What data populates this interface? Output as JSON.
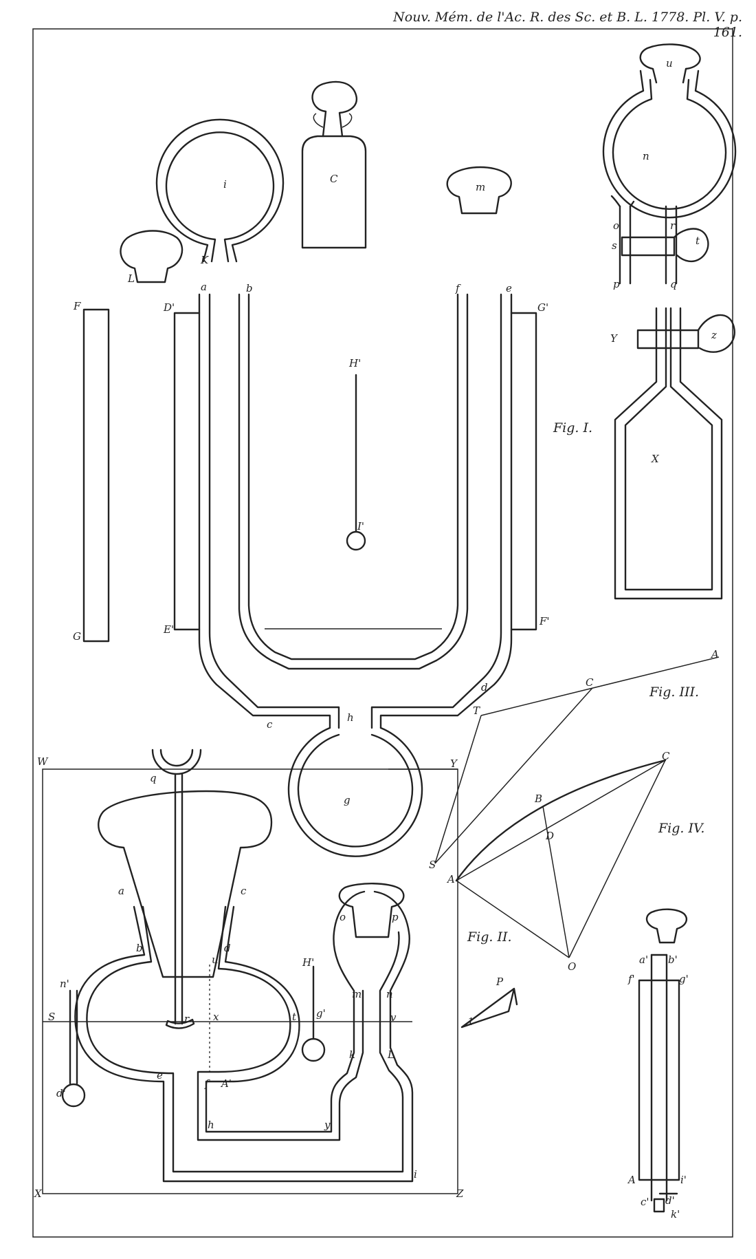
{
  "header": "Nouv. Mém. de l'Ac. R. des Sc. et B. L. 1778. Pl. V. p. 161.",
  "figure_titles": [
    "Fig. I.",
    "Fig. II.",
    "Fig. III.",
    "Fig. IV."
  ],
  "labels": {
    "i": "i",
    "C": "C",
    "m": "m",
    "L": "L",
    "K": "K",
    "u": "u",
    "n": "n",
    "o": "o",
    "r": "r",
    "s": "s",
    "t": "t",
    "p": "p",
    "q": "q",
    "Y": "Y",
    "z": "z",
    "X": "X",
    "F": "F",
    "G": "G",
    "Dp": "D'",
    "Ep": "E'",
    "Gp": "G'",
    "Fp": "F'",
    "a": "a",
    "b": "b",
    "f": "f",
    "e": "e",
    "Hp": "H'",
    "Ip": "I'",
    "cc": "c",
    "h": "h",
    "d": "d",
    "g": "g",
    "f3A": "A",
    "f3C": "C",
    "f3T": "T",
    "f3S": "S",
    "f4C": "C",
    "f4B": "B",
    "f4D": "D",
    "f4A": "A",
    "f4O": "O",
    "f2q": "q",
    "f2a": "a",
    "f2c": "c",
    "f2b": "b",
    "f2d": "d",
    "f2u": "u",
    "f2r": "r",
    "f2x": "x",
    "f2t": "t",
    "f2S": "S",
    "f2np": "n'",
    "f2dp": "d'",
    "f2Hp": "H'",
    "f2gp": "g'",
    "f2W": "W",
    "f2Y": "Y",
    "f2o": "o",
    "f2p": "p",
    "f2m": "m",
    "f2n": "n",
    "f2v": "v",
    "f2k": "k",
    "f2L": "L",
    "f2e": "e",
    "f2f": "f",
    "f2Ap": "A'",
    "f2h": "h",
    "f2y": "y",
    "f2i": "i",
    "f2X": "X",
    "f2Z": "Z",
    "f2P": "P",
    "f2one": "1",
    "ap": "a'",
    "bp": "b'",
    "fp": "f'",
    "gp": "g'",
    "Ap": "A",
    "ip": "i'",
    "cp": "c'",
    "dp": "d'",
    "kp": "k'"
  }
}
